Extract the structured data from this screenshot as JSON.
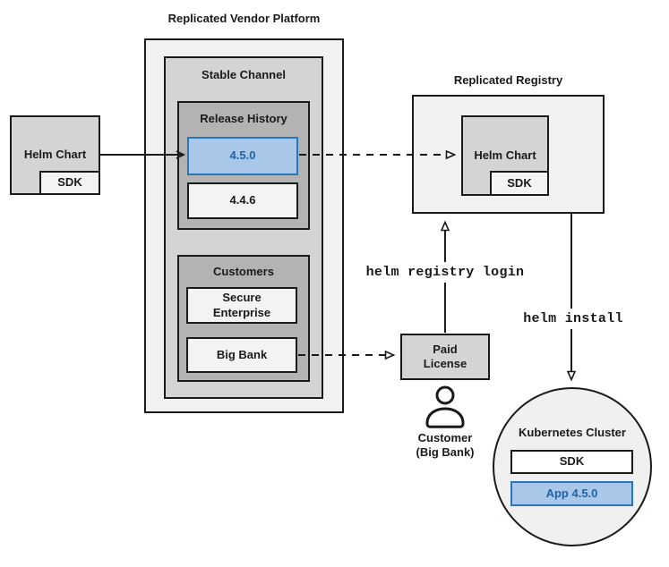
{
  "source": {
    "label": "Helm Chart",
    "sdk": "SDK"
  },
  "platform": {
    "title": "Replicated Vendor Platform"
  },
  "stable": {
    "title": "Stable Channel"
  },
  "history": {
    "title": "Release History",
    "releases": [
      {
        "version": "4.5.0",
        "highlighted": true
      },
      {
        "version": "4.4.6",
        "highlighted": false
      }
    ]
  },
  "customers": {
    "title": "Customers",
    "items": [
      {
        "name": "Secure Enterprise"
      },
      {
        "name": "Big Bank"
      }
    ]
  },
  "registry": {
    "title": "Replicated Registry",
    "chart": "Helm Chart",
    "sdk": "SDK"
  },
  "license": {
    "label": "Paid License"
  },
  "customer": {
    "caption": "Customer (Big Bank)"
  },
  "commands": {
    "login": "helm registry login",
    "install": "helm install"
  },
  "cluster": {
    "title": "Kubernetes Cluster",
    "sdk": "SDK",
    "app": "App 4.5.0"
  },
  "colors": {
    "highlight_fill": "#a9c7e8",
    "highlight_border": "#2577bd",
    "highlight_text": "#1e62a8",
    "box_border": "#1a1a1a",
    "gray_dark": "#b3b3b3",
    "gray_mid": "#d4d4d4",
    "gray_light": "#f1f1f1"
  }
}
